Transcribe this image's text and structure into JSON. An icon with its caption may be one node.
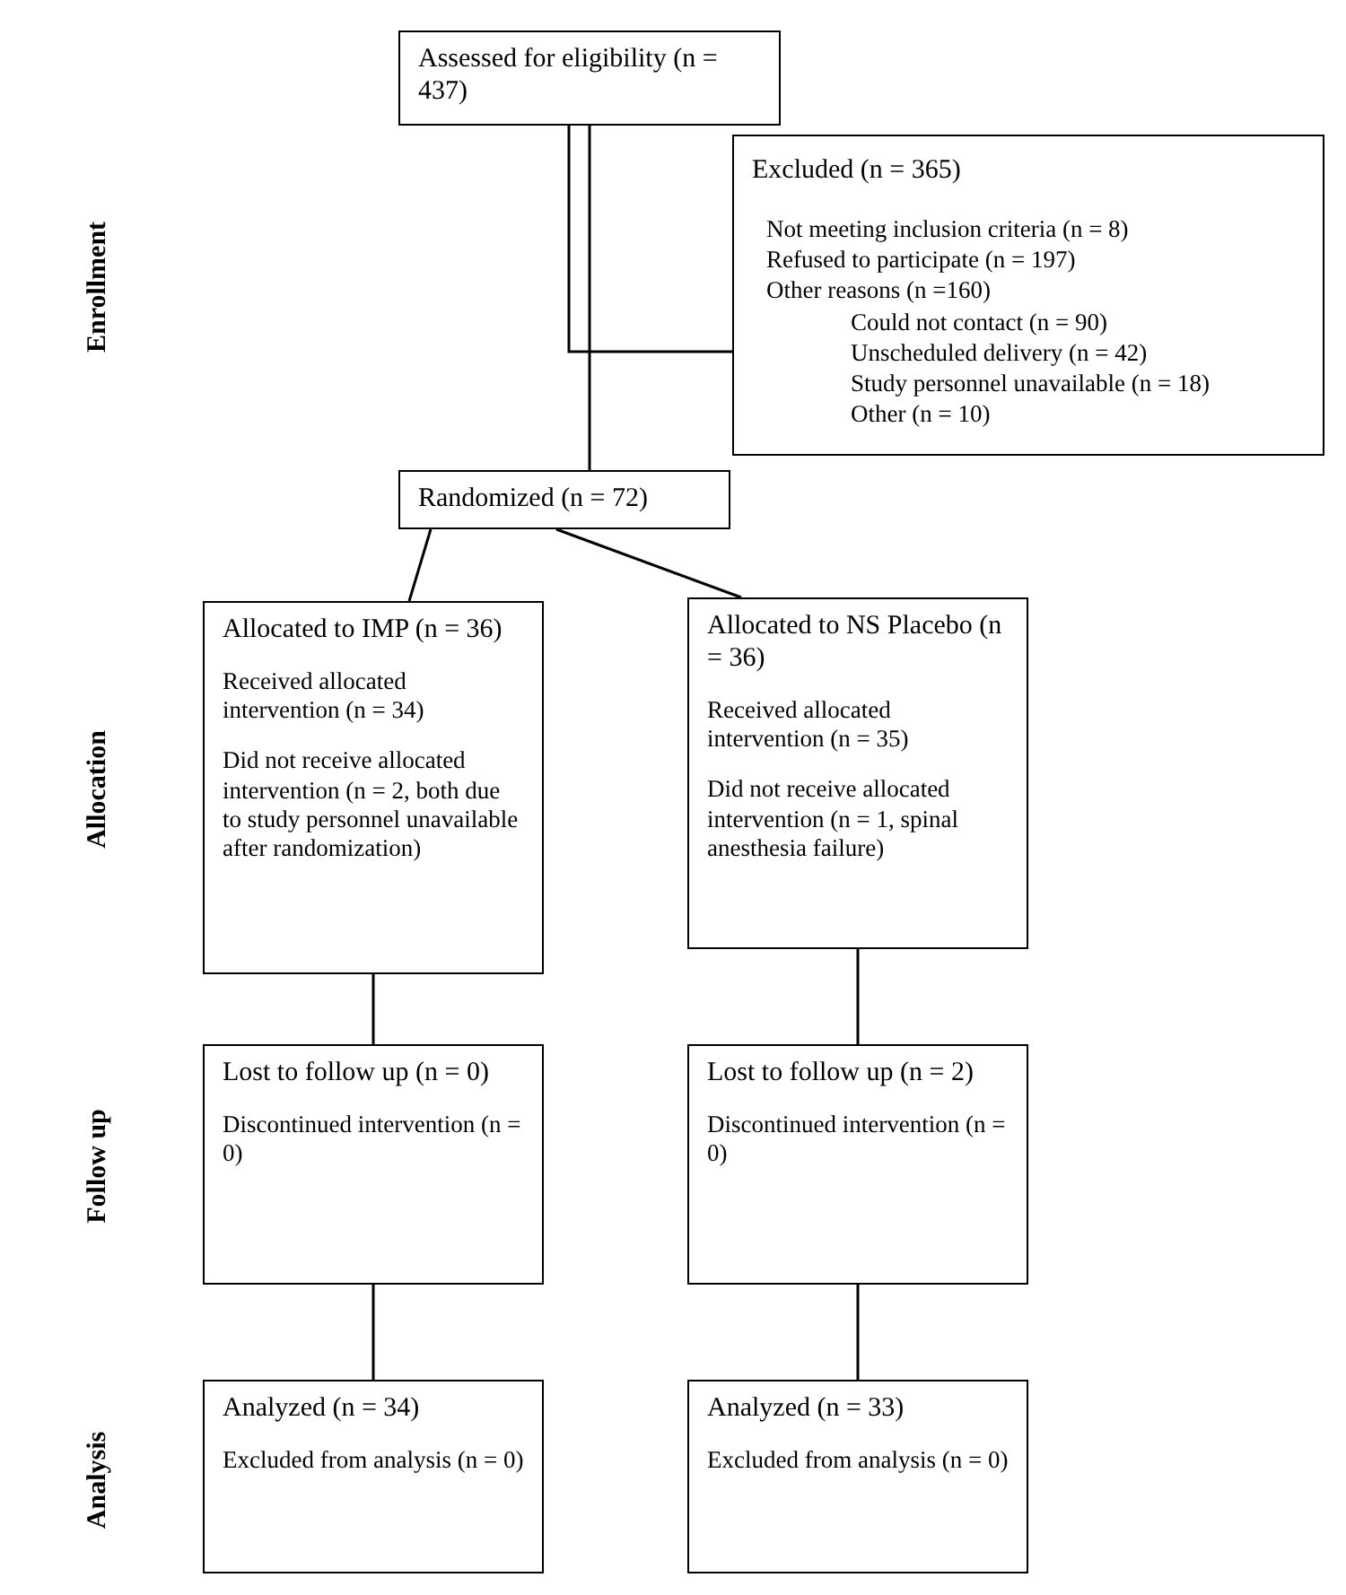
{
  "diagram": {
    "nodes": [
      {
        "text": [
          "Assessed for eligibility (n = 437)"
        ]
      },
      {
        "text": [
          "Excluded (n = 365)",
          "Not meeting inclusion criteria (n = 8)",
          "Refused to participate (n = 197)",
          "Other reasons (n =160)",
          "Could not contact (n = 90)",
          "Unscheduled delivery (n = 42)",
          "Study personnel unavailable (n = 18)",
          "Other (n = 10)"
        ]
      },
      {
        "text": [
          "Randomized (n = 72)"
        ]
      },
      {
        "text": [
          "Allocated to IMP (n = 36)",
          "Received allocated intervention (n = 34)",
          "Did not receive allocated intervention (n = 2, both due to study personnel unavailable after randomization)"
        ]
      },
      {
        "text": [
          "Allocated to NS Placebo (n = 36)",
          "Received allocated intervention (n = 35)",
          "Did not receive allocated intervention (n = 1, spinal anesthesia failure)"
        ]
      },
      {
        "text": [
          "Lost to follow up (n = 0)",
          "Discontinued intervention (n = 0)"
        ]
      },
      {
        "text": [
          "Lost to follow up (n = 2)",
          "Discontinued intervention (n = 0)"
        ]
      },
      {
        "text": [
          "Analyzed (n = 34)",
          "Excluded from analysis (n = 0)"
        ]
      },
      {
        "text": [
          "Analyzed (n = 33)",
          "Excluded from analysis (n = 0)"
        ]
      }
    ],
    "edges": [
      {
        "from": 0,
        "to": 1,
        "arrow": "none"
      },
      {
        "from": 0,
        "to": 2,
        "arrow": "none"
      },
      {
        "from": 2,
        "to": 3,
        "arrow": "none"
      },
      {
        "from": 2,
        "to": 4,
        "arrow": "none"
      },
      {
        "from": 3,
        "to": 5,
        "arrow": "none"
      },
      {
        "from": 4,
        "to": 6,
        "arrow": "none"
      },
      {
        "from": 5,
        "to": 7,
        "arrow": "none"
      },
      {
        "from": 6,
        "to": 8,
        "arrow": "none"
      }
    ],
    "labels": [
      "Enrollment",
      "Allocation",
      "Follow up",
      "Analysis"
    ]
  }
}
